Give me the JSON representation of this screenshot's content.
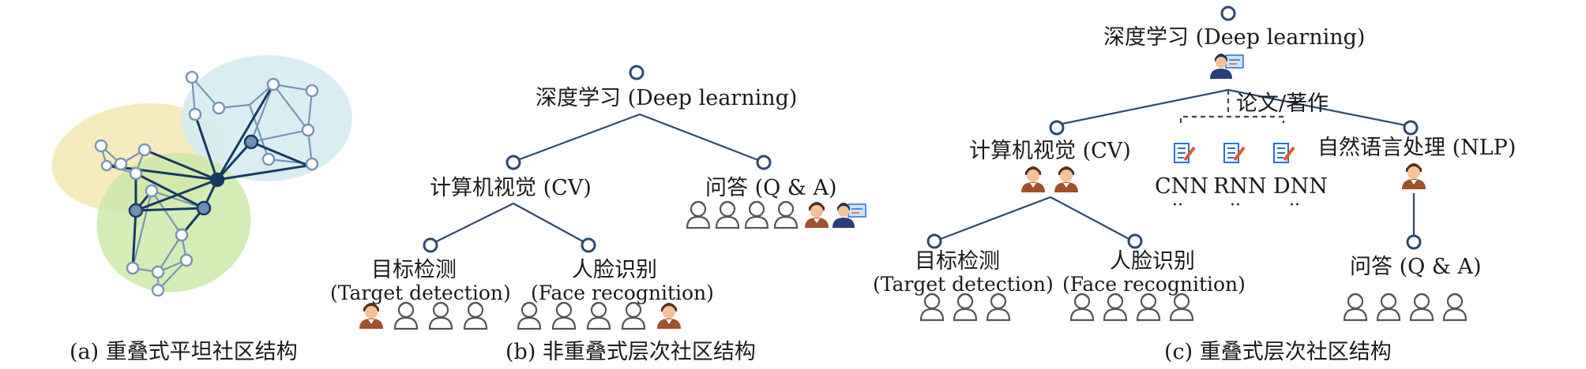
{
  "panel_a": {
    "caption": "(a) 重叠式平坦社区结构",
    "colors": {
      "yellow": "#f5e7b0",
      "blue": "#d6ecf1",
      "green": "#cde9a8",
      "edge": "#7a95b5",
      "hub": "#173a63"
    }
  },
  "panel_b": {
    "caption": "(b) 非重叠式层次社区结构",
    "root": "深度学习 (Deep learning)",
    "cv": "计算机视觉 (CV)",
    "qa": "问答 (Q & A)",
    "target_cn": "目标检测",
    "target_en": "(Target detection)",
    "face_cn": "人脸识别",
    "face_en": "(Face recognition)"
  },
  "panel_c": {
    "caption": "(c) 重叠式层次社区结构",
    "root": "深度学习 (Deep learning)",
    "papers": "论文/著作",
    "cv": "计算机视觉 (CV)",
    "nlp": "自然语言处理 (NLP)",
    "cnn": "CNN",
    "rnn": "RNN",
    "dnn": "DNN",
    "dots": "··",
    "target_cn": "目标检测",
    "target_en": "(Target detection)",
    "face_cn": "人脸识别",
    "face_en": "(Face recognition)",
    "qa": "问答 (Q & A)"
  },
  "colors": {
    "tree_line": "#2d4a6b",
    "node_fill": "#ffffff",
    "paper_icon": "#2b6fd6",
    "pencil": "#e05a2a"
  }
}
